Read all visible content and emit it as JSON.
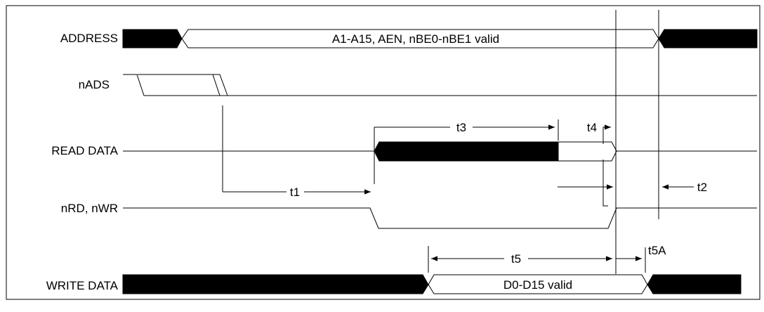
{
  "signals": {
    "address": "ADDRESS",
    "nads": "nADS",
    "read_data": "READ DATA",
    "nrd_nwr": "nRD, nWR",
    "write_data": "WRITE DATA"
  },
  "bus_labels": {
    "address_valid": "A1-A15, AEN, nBE0-nBE1 valid",
    "write_valid": "D0-D15 valid"
  },
  "timing": {
    "t1": "t1",
    "t2": "t2",
    "t3": "t3",
    "t4": "t4",
    "t5": "t5",
    "t5a": "t5A"
  },
  "colors": {
    "line": "#000000",
    "background": "#ffffff"
  }
}
